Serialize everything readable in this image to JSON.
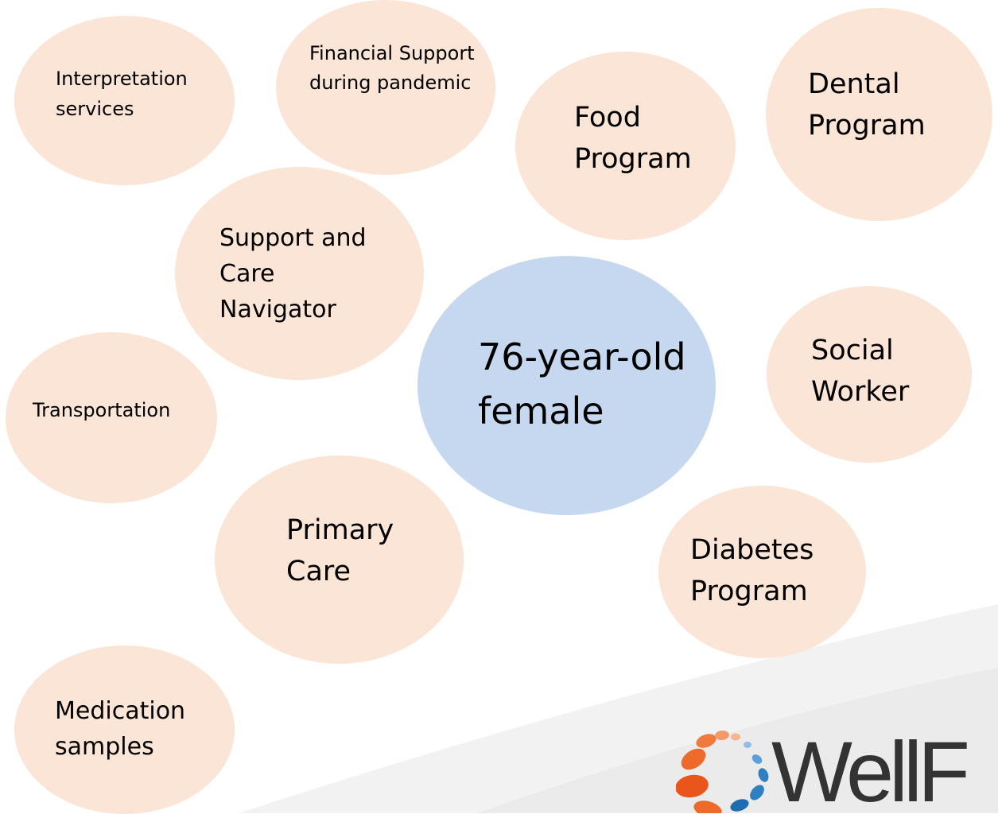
{
  "center": {
    "label": "76-year-old\nfemale"
  },
  "services": [
    {
      "id": "interpretation",
      "label": "Interpretation\nservices"
    },
    {
      "id": "financial",
      "label": "Financial Support\nduring pandemic"
    },
    {
      "id": "food",
      "label": "Food\nProgram"
    },
    {
      "id": "dental",
      "label": "Dental\nProgram"
    },
    {
      "id": "navigator",
      "label": "Support and\nCare\nNavigator"
    },
    {
      "id": "social",
      "label": "Social\nWorker"
    },
    {
      "id": "transportation",
      "label": "Transportation"
    },
    {
      "id": "primary",
      "label": "Primary\nCare"
    },
    {
      "id": "diabetes",
      "label": "Diabetes\nProgram"
    },
    {
      "id": "medication",
      "label": "Medication\nsamples"
    }
  ],
  "logo": {
    "text": "WellF"
  },
  "colors": {
    "service_fill": "#fbe5d6",
    "center_fill": "#c5d8ef",
    "logo_orange": "#f07a3c",
    "logo_blue": "#2f7fc1"
  }
}
